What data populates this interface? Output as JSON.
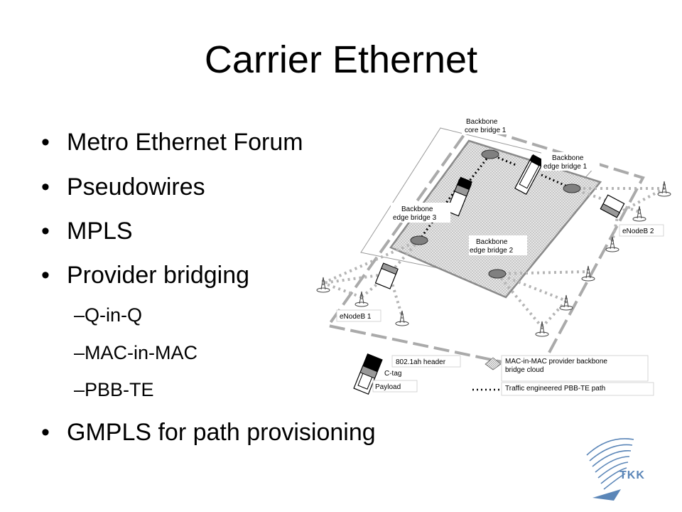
{
  "title": "Carrier Ethernet",
  "bullets": [
    {
      "text": "Metro Ethernet Forum"
    },
    {
      "text": "Pseudowires"
    },
    {
      "text": "MPLS"
    },
    {
      "text": "Provider bridging"
    },
    {
      "text": "GMPLS for path provisioning"
    }
  ],
  "sub_bullets": [
    {
      "text": "Q-in-Q"
    },
    {
      "text": "MAC-in-MAC"
    },
    {
      "text": "PBB-TE"
    }
  ],
  "bullet_symbol": "•",
  "sub_bullet_symbol": "–",
  "diagram": {
    "labels": {
      "core_bridge_1_line1": "Backbone",
      "core_bridge_1_line2": "core bridge 1",
      "edge_bridge_1_line1": "Backbone",
      "edge_bridge_1_line2": "edge bridge 1",
      "edge_bridge_3_line1": "Backbone",
      "edge_bridge_3_line2": "edge bridge 3",
      "edge_bridge_2_line1": "Backbone",
      "edge_bridge_2_line2": "edge bridge 2",
      "enodeb_2": "eNodeB 2",
      "enodeb_1": "eNodeB 1"
    },
    "legend": {
      "header": "802.1ah header",
      "ctag": "C-tag",
      "payload": "Payload",
      "cloud_line1": "MAC-in-MAC provider backbone",
      "cloud_line2": "bridge cloud",
      "path": "Traffic engineered PBB-TE path"
    }
  },
  "logo": {
    "text": "TKK",
    "color": "#5b86b8"
  }
}
